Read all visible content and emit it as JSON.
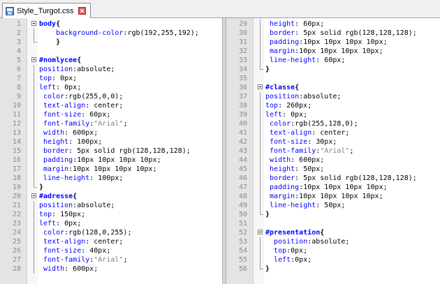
{
  "tab": {
    "title": "Style_Turgot.css",
    "icon": "css-file-icon",
    "close_icon": "close-icon"
  },
  "colors": {
    "selector": "#0000ff",
    "property": "#0000ff",
    "string": "#808080",
    "gutter": "#e4e4e4"
  },
  "left_lines": [
    {
      "n": "1",
      "fold": "m",
      "parts": [
        [
          "sel",
          "body"
        ],
        [
          "brace",
          "{"
        ]
      ]
    },
    {
      "n": "2",
      "fold": "v",
      "indent": "    ",
      "parts": [
        [
          "prop",
          "background-color"
        ],
        [
          "val",
          ":rgb(192,255,192);"
        ]
      ]
    },
    {
      "n": "3",
      "fold": "e",
      "indent": "    ",
      "parts": [
        [
          "brace",
          "}"
        ]
      ]
    },
    {
      "n": "4",
      "fold": "",
      "parts": []
    },
    {
      "n": "5",
      "fold": "m",
      "parts": [
        [
          "sel",
          "#nomlycee"
        ],
        [
          "brace",
          "{"
        ]
      ]
    },
    {
      "n": "6",
      "fold": "v",
      "parts": [
        [
          "prop",
          "position"
        ],
        [
          "val",
          ":absolute;"
        ]
      ]
    },
    {
      "n": "7",
      "fold": "v",
      "parts": [
        [
          "prop",
          "top"
        ],
        [
          "val",
          ": 0px;"
        ]
      ]
    },
    {
      "n": "8",
      "fold": "v",
      "parts": [
        [
          "prop",
          "left"
        ],
        [
          "val",
          ": 0px;"
        ]
      ]
    },
    {
      "n": "9",
      "fold": "v",
      "indent": " ",
      "parts": [
        [
          "prop",
          "color"
        ],
        [
          "val",
          ":rgb(255,0,0);"
        ]
      ]
    },
    {
      "n": "10",
      "fold": "v",
      "indent": " ",
      "parts": [
        [
          "prop",
          "text-align"
        ],
        [
          "val",
          ": center;"
        ]
      ]
    },
    {
      "n": "11",
      "fold": "v",
      "indent": " ",
      "parts": [
        [
          "prop",
          "font-size"
        ],
        [
          "val",
          ": 60px;"
        ]
      ]
    },
    {
      "n": "12",
      "fold": "v",
      "indent": " ",
      "parts": [
        [
          "prop",
          "font-family"
        ],
        [
          "val",
          ":"
        ],
        [
          "str",
          "\"Arial\""
        ],
        [
          "val",
          ";"
        ]
      ]
    },
    {
      "n": "13",
      "fold": "v",
      "indent": " ",
      "parts": [
        [
          "prop",
          "width"
        ],
        [
          "val",
          ": 600px;"
        ]
      ]
    },
    {
      "n": "14",
      "fold": "v",
      "indent": " ",
      "parts": [
        [
          "prop",
          "height"
        ],
        [
          "val",
          ": 100px;"
        ]
      ]
    },
    {
      "n": "15",
      "fold": "v",
      "indent": " ",
      "parts": [
        [
          "prop",
          "border"
        ],
        [
          "val",
          ": 5px solid rgb(128,128,128);"
        ]
      ]
    },
    {
      "n": "16",
      "fold": "v",
      "indent": " ",
      "parts": [
        [
          "prop",
          "padding"
        ],
        [
          "val",
          ":10px 10px 10px 10px;"
        ]
      ]
    },
    {
      "n": "17",
      "fold": "v",
      "indent": " ",
      "parts": [
        [
          "prop",
          "margin"
        ],
        [
          "val",
          ":10px 10px 10px 10px;"
        ]
      ]
    },
    {
      "n": "18",
      "fold": "v",
      "indent": " ",
      "parts": [
        [
          "prop",
          "line-height"
        ],
        [
          "val",
          ": 100px;"
        ]
      ]
    },
    {
      "n": "19",
      "fold": "e",
      "parts": [
        [
          "brace",
          "}"
        ]
      ]
    },
    {
      "n": "20",
      "fold": "m",
      "parts": [
        [
          "sel",
          "#adresse"
        ],
        [
          "brace",
          "{"
        ]
      ]
    },
    {
      "n": "21",
      "fold": "v",
      "parts": [
        [
          "prop",
          "position"
        ],
        [
          "val",
          ":absolute;"
        ]
      ]
    },
    {
      "n": "22",
      "fold": "v",
      "parts": [
        [
          "prop",
          "top"
        ],
        [
          "val",
          ": 150px;"
        ]
      ]
    },
    {
      "n": "23",
      "fold": "v",
      "parts": [
        [
          "prop",
          "left"
        ],
        [
          "val",
          ": 0px;"
        ]
      ]
    },
    {
      "n": "24",
      "fold": "v",
      "indent": " ",
      "parts": [
        [
          "prop",
          "color"
        ],
        [
          "val",
          ":rgb(128,0,255);"
        ]
      ]
    },
    {
      "n": "25",
      "fold": "v",
      "indent": " ",
      "parts": [
        [
          "prop",
          "text-align"
        ],
        [
          "val",
          ": center;"
        ]
      ]
    },
    {
      "n": "26",
      "fold": "v",
      "indent": " ",
      "parts": [
        [
          "prop",
          "font-size"
        ],
        [
          "val",
          ": 40px;"
        ]
      ]
    },
    {
      "n": "27",
      "fold": "v",
      "indent": " ",
      "parts": [
        [
          "prop",
          "font-family"
        ],
        [
          "val",
          ":"
        ],
        [
          "str",
          "\"Arial\""
        ],
        [
          "val",
          ";"
        ]
      ]
    },
    {
      "n": "28",
      "fold": "v",
      "indent": " ",
      "parts": [
        [
          "prop",
          "width"
        ],
        [
          "val",
          ": 600px;"
        ]
      ]
    }
  ],
  "right_lines": [
    {
      "n": "29",
      "fold": "v",
      "indent": " ",
      "parts": [
        [
          "prop",
          "height"
        ],
        [
          "val",
          ": 60px;"
        ]
      ]
    },
    {
      "n": "30",
      "fold": "v",
      "indent": " ",
      "parts": [
        [
          "prop",
          "border"
        ],
        [
          "val",
          ": 5px solid rgb(128,128,128);"
        ]
      ]
    },
    {
      "n": "31",
      "fold": "v",
      "indent": " ",
      "parts": [
        [
          "prop",
          "padding"
        ],
        [
          "val",
          ":10px 10px 10px 10px;"
        ]
      ]
    },
    {
      "n": "32",
      "fold": "v",
      "indent": " ",
      "parts": [
        [
          "prop",
          "margin"
        ],
        [
          "val",
          ":10px 10px 10px 10px;"
        ]
      ]
    },
    {
      "n": "33",
      "fold": "v",
      "indent": " ",
      "parts": [
        [
          "prop",
          "line-height"
        ],
        [
          "val",
          ": 60px;"
        ]
      ]
    },
    {
      "n": "34",
      "fold": "e",
      "parts": [
        [
          "brace",
          "}"
        ]
      ]
    },
    {
      "n": "35",
      "fold": "",
      "parts": []
    },
    {
      "n": "36",
      "fold": "m",
      "parts": [
        [
          "sel",
          "#classe"
        ],
        [
          "brace",
          "{"
        ]
      ]
    },
    {
      "n": "37",
      "fold": "v",
      "parts": [
        [
          "prop",
          "position"
        ],
        [
          "val",
          ":absolute;"
        ]
      ]
    },
    {
      "n": "38",
      "fold": "v",
      "parts": [
        [
          "prop",
          "top"
        ],
        [
          "val",
          ": 260px;"
        ]
      ]
    },
    {
      "n": "39",
      "fold": "v",
      "parts": [
        [
          "prop",
          "left"
        ],
        [
          "val",
          ": 0px;"
        ]
      ]
    },
    {
      "n": "40",
      "fold": "v",
      "indent": " ",
      "parts": [
        [
          "prop",
          "color"
        ],
        [
          "val",
          ":rgb(255,128,0);"
        ]
      ]
    },
    {
      "n": "41",
      "fold": "v",
      "indent": " ",
      "parts": [
        [
          "prop",
          "text-align"
        ],
        [
          "val",
          ": center;"
        ]
      ]
    },
    {
      "n": "42",
      "fold": "v",
      "indent": " ",
      "parts": [
        [
          "prop",
          "font-size"
        ],
        [
          "val",
          ": 30px;"
        ]
      ]
    },
    {
      "n": "43",
      "fold": "v",
      "indent": " ",
      "parts": [
        [
          "prop",
          "font-family"
        ],
        [
          "val",
          ":"
        ],
        [
          "str",
          "\"Arial\""
        ],
        [
          "val",
          ";"
        ]
      ]
    },
    {
      "n": "44",
      "fold": "v",
      "indent": " ",
      "parts": [
        [
          "prop",
          "width"
        ],
        [
          "val",
          ": 600px;"
        ]
      ]
    },
    {
      "n": "45",
      "fold": "v",
      "indent": " ",
      "parts": [
        [
          "prop",
          "height"
        ],
        [
          "val",
          ": 50px;"
        ]
      ]
    },
    {
      "n": "46",
      "fold": "v",
      "indent": " ",
      "parts": [
        [
          "prop",
          "border"
        ],
        [
          "val",
          ": 5px solid rgb(128,128,128);"
        ]
      ]
    },
    {
      "n": "47",
      "fold": "v",
      "indent": " ",
      "parts": [
        [
          "prop",
          "padding"
        ],
        [
          "val",
          ":10px 10px 10px 10px;"
        ]
      ]
    },
    {
      "n": "48",
      "fold": "v",
      "indent": " ",
      "parts": [
        [
          "prop",
          "margin"
        ],
        [
          "val",
          ":10px 10px 10px 10px;"
        ]
      ]
    },
    {
      "n": "49",
      "fold": "v",
      "indent": " ",
      "parts": [
        [
          "prop",
          "line-height"
        ],
        [
          "val",
          ": 50px;"
        ]
      ]
    },
    {
      "n": "50",
      "fold": "e",
      "parts": [
        [
          "brace",
          "}"
        ]
      ]
    },
    {
      "n": "51",
      "fold": "",
      "parts": []
    },
    {
      "n": "52",
      "fold": "m",
      "parts": [
        [
          "sel",
          "#presentation"
        ],
        [
          "brace",
          "{"
        ]
      ]
    },
    {
      "n": "53",
      "fold": "v",
      "indent": "  ",
      "parts": [
        [
          "prop",
          "position"
        ],
        [
          "val",
          ":absolute;"
        ]
      ]
    },
    {
      "n": "54",
      "fold": "v",
      "indent": "  ",
      "parts": [
        [
          "prop",
          "top"
        ],
        [
          "val",
          ":0px;"
        ]
      ]
    },
    {
      "n": "55",
      "fold": "v",
      "indent": "  ",
      "parts": [
        [
          "prop",
          "left"
        ],
        [
          "val",
          ":0px;"
        ]
      ]
    },
    {
      "n": "56",
      "fold": "e",
      "parts": [
        [
          "brace",
          "}"
        ]
      ]
    }
  ]
}
